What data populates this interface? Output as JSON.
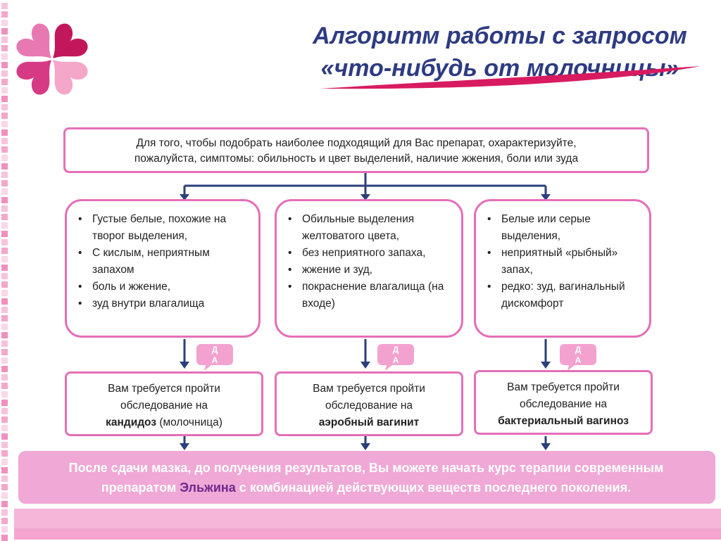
{
  "title": {
    "line1": "Алгоритм работы с запросом",
    "line2": "«что-нибудь от молочницы»"
  },
  "intro": {
    "line1": "Для того, чтобы подобрать наиболее подходящий для Вас препарат, охарактеризуйте,",
    "line2": "пожалуйста, симптомы: обильность и цвет выделений, наличие жжения, боли или зуда"
  },
  "symptoms": [
    {
      "items": [
        "Густые белые, похожие на творог выделения,",
        "С кислым, неприятным запахом",
        "боль и жжение,",
        "зуд внутри влагалища"
      ]
    },
    {
      "items": [
        "Обильные выделения желтоватого цвета,",
        "без неприятного запаха,",
        "жжение и зуд,",
        "покраснение влагалища (на входе)"
      ]
    },
    {
      "items": [
        "Белые или серые выделения,",
        "неприятный «рыбный» запах,",
        "редко: зуд, вагинальный дискомфорт"
      ]
    }
  ],
  "yes_label": {
    "line1": "Д",
    "line2": "А"
  },
  "results": [
    {
      "line1": "Вам требуется пройти",
      "line2": "обследование на",
      "diagnosis": "кандидоз",
      "suffix": " (молочница)"
    },
    {
      "line1": "Вам требуется пройти",
      "line2": "обследование на",
      "diagnosis": "аэробный вагинит",
      "suffix": ""
    },
    {
      "line1": "Вам требуется пройти",
      "line2": "обследование на",
      "diagnosis": "бактериальный вагиноз",
      "suffix": ""
    }
  ],
  "conclusion": {
    "line1": "После сдачи мазка, до получения результатов, Вы можете начать курс терапии современным",
    "prefix": "препаратом ",
    "brand": "Эльжина",
    "suffix": "  с комбинацией действующих веществ последнего поколения."
  },
  "colors": {
    "accent_pink": "#e56fb8",
    "arrow_navy": "#2b3f7a",
    "title_navy": "#2e3b82",
    "band_pink": "#f0a8d6"
  }
}
